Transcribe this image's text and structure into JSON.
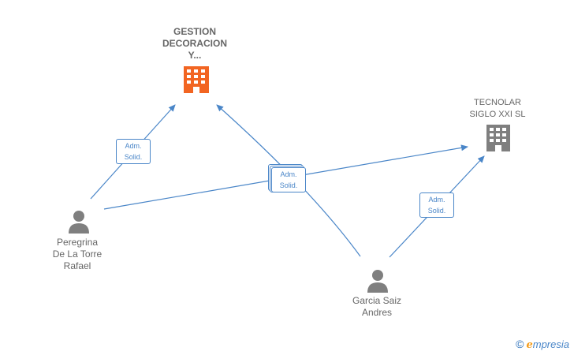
{
  "nodes": {
    "gestion": {
      "label_lines": [
        "GESTION",
        "DECORACION",
        "Y..."
      ],
      "type": "company",
      "color": "#f26522"
    },
    "tecnolar": {
      "label_lines": [
        "TECNOLAR",
        "SIGLO XXI SL"
      ],
      "type": "company",
      "color": "#7f7f7f"
    },
    "peregrina": {
      "label_lines": [
        "Peregrina",
        "De La Torre",
        "Rafael"
      ],
      "type": "person",
      "color": "#7f7f7f"
    },
    "garcia": {
      "label_lines": [
        "Garcia Saiz",
        "Andres"
      ],
      "type": "person",
      "color": "#7f7f7f"
    }
  },
  "edges": [
    {
      "from": "peregrina",
      "to": "gestion",
      "role_lines": [
        "Adm.",
        "Solid."
      ]
    },
    {
      "from": "peregrina",
      "to": "tecnolar",
      "role_lines": [
        "Adm.",
        "Solid."
      ]
    },
    {
      "from": "garcia",
      "to": "gestion",
      "role_lines": [
        "Adm.",
        "Solid."
      ]
    },
    {
      "from": "garcia",
      "to": "tecnolar",
      "role_lines": [
        "Adm.",
        "Solid."
      ]
    }
  ],
  "colors": {
    "edge": "#4a86c8",
    "label_text": "#666666"
  },
  "brand": {
    "copyright": "©",
    "e": "e",
    "rest": "mpresia"
  }
}
